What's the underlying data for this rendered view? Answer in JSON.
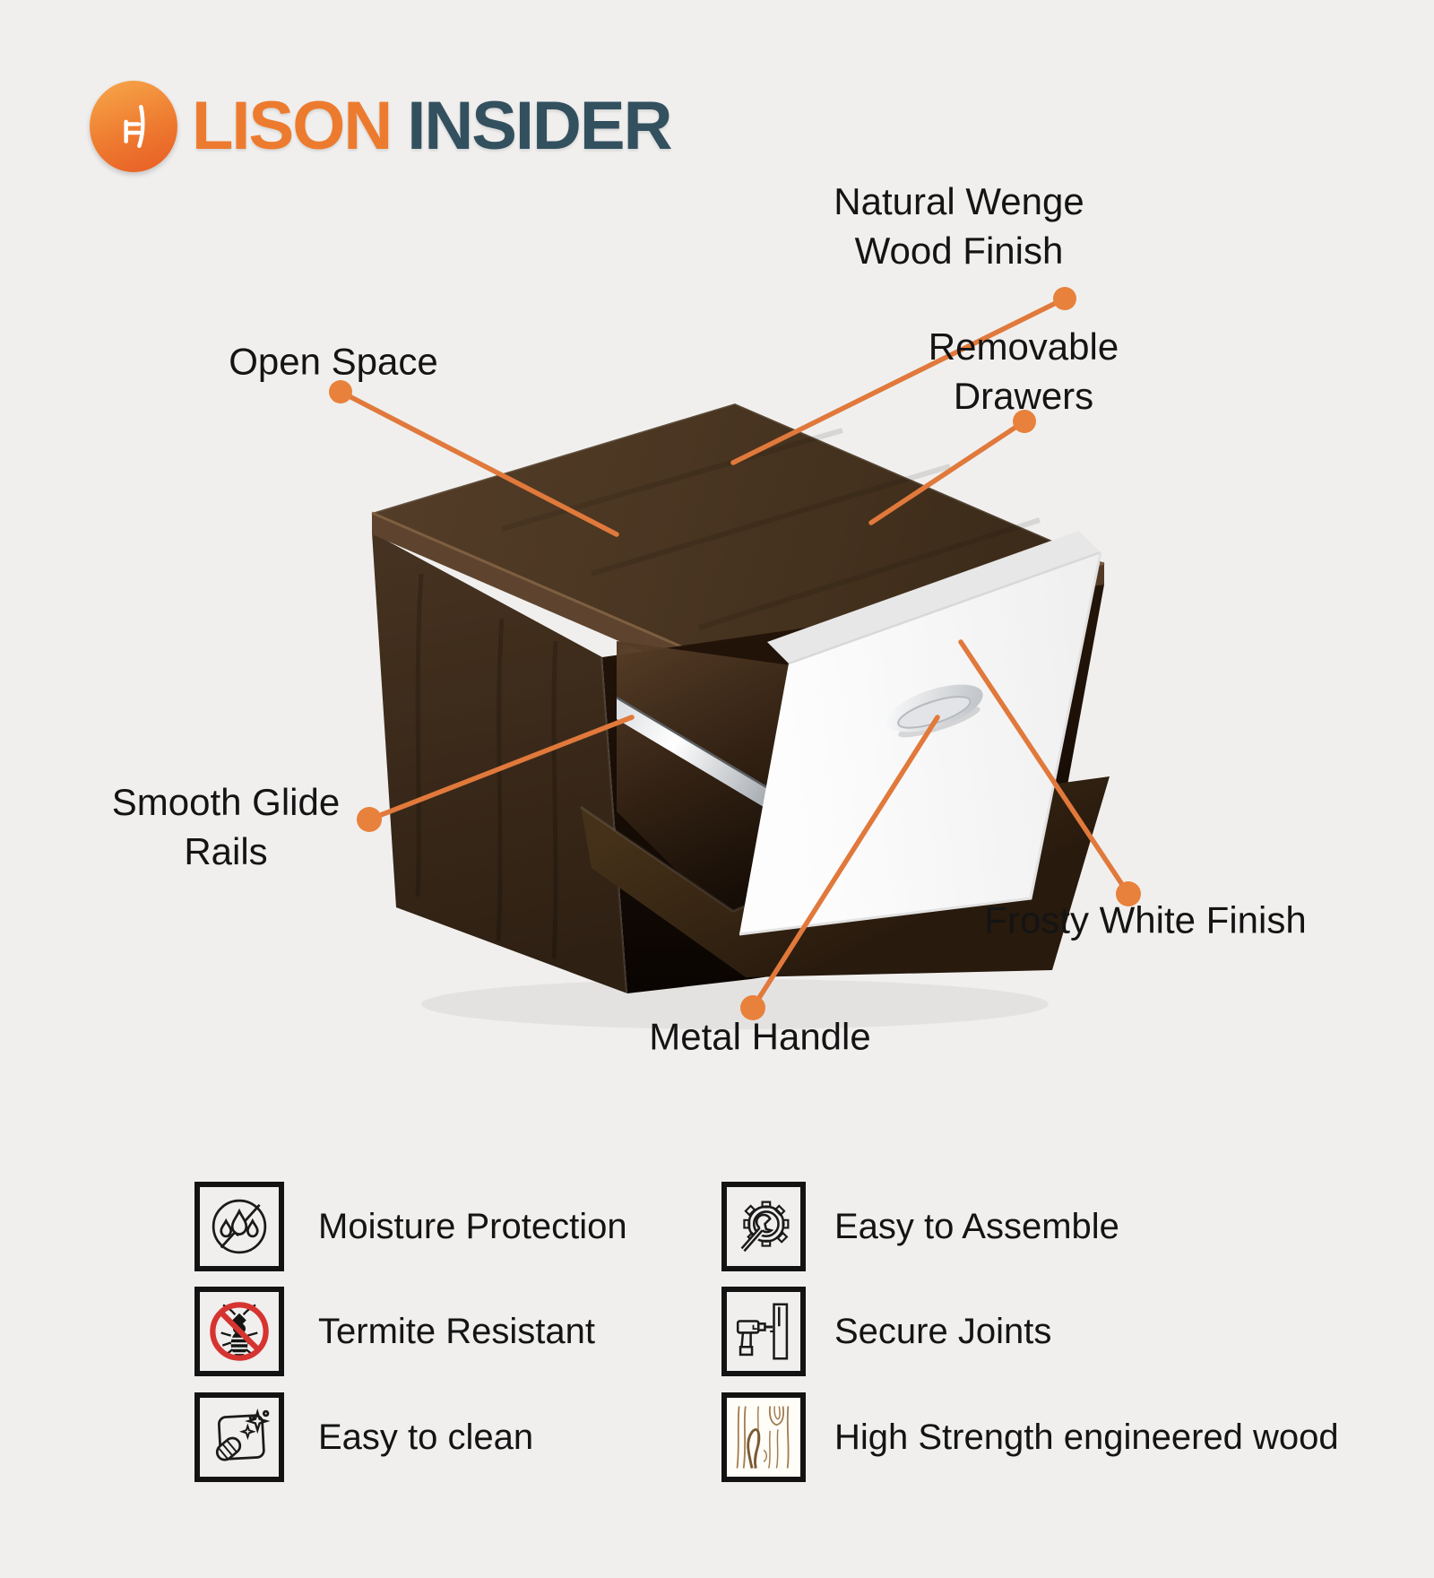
{
  "brand": {
    "title_primary": "LISON",
    "title_secondary": "INSIDER",
    "logo_icon": "chair-icon"
  },
  "colors": {
    "background": "#F0EFEE",
    "accent_orange": "#E0793B",
    "brand_orange": "#ED7B2F",
    "brand_slate": "#33505F",
    "prohibition_red": "#D63430",
    "wenge_wood": "#46331F",
    "frosty_white": "#FAFAFA"
  },
  "callouts": {
    "natural_wenge": {
      "lines": [
        "Natural Wenge",
        "Wood Finish"
      ]
    },
    "open_space": {
      "lines": [
        "Open Space"
      ]
    },
    "removable_drawers": {
      "lines": [
        "Removable",
        "Drawers"
      ]
    },
    "smooth_glide": {
      "lines": [
        "Smooth Glide",
        "Rails"
      ]
    },
    "frosty_white": {
      "lines": [
        "Frosty White Finish"
      ]
    },
    "metal_handle": {
      "lines": [
        "Metal Handle"
      ]
    }
  },
  "features": {
    "left": [
      {
        "icon": "moisture-protection-icon",
        "label": "Moisture Protection"
      },
      {
        "icon": "termite-resistant-icon",
        "label": "Termite Resistant"
      },
      {
        "icon": "easy-clean-icon",
        "label": "Easy to clean"
      }
    ],
    "right": [
      {
        "icon": "easy-assemble-icon",
        "label": "Easy to Assemble"
      },
      {
        "icon": "secure-joints-icon",
        "label": "Secure Joints"
      },
      {
        "icon": "wood-grain-icon",
        "label": "High Strength engineered wood"
      }
    ]
  }
}
